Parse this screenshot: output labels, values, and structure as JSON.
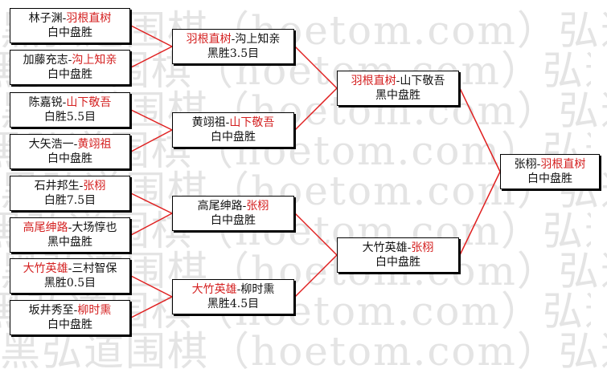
{
  "watermark": "黑弘道围棋（hoetom.com）弘道",
  "colors": {
    "winner": "#d42020",
    "connector": "#e02020",
    "text": "#111111"
  },
  "rounds": [
    [
      {
        "p1": "林子渊",
        "p2": "羽根直树",
        "winner": 2,
        "result": "白中盘胜"
      },
      {
        "p1": "加藤充志",
        "p2": "沟上知亲",
        "winner": 2,
        "result": "白中盘胜"
      },
      {
        "p1": "陈嘉锐",
        "p2": "山下敬吾",
        "winner": 2,
        "result": "白胜5.5目"
      },
      {
        "p1": "大矢浩一",
        "p2": "黄翊祖",
        "winner": 2,
        "result": "白中盘胜"
      },
      {
        "p1": "石井邦生",
        "p2": "张栩",
        "winner": 2,
        "result": "白胜7.5目"
      },
      {
        "p1": "高尾绅路",
        "p2": "大场惇也",
        "winner": 1,
        "result": "黑中盘胜"
      },
      {
        "p1": "大竹英雄",
        "p2": "三村智保",
        "winner": 1,
        "result": "黑胜0.5目"
      },
      {
        "p1": "坂井秀至",
        "p2": "柳时熏",
        "winner": 2,
        "result": "白中盘胜"
      }
    ],
    [
      {
        "p1": "羽根直树",
        "p2": "沟上知亲",
        "winner": 1,
        "result": "黑胜3.5目"
      },
      {
        "p1": "黄翊祖",
        "p2": "山下敬吾",
        "winner": 2,
        "result": "白中盘胜"
      },
      {
        "p1": "高尾绅路",
        "p2": "张栩",
        "winner": 2,
        "result": "白中盘胜"
      },
      {
        "p1": "大竹英雄",
        "p2": "柳时熏",
        "winner": 1,
        "result": "黑胜4.5目"
      }
    ],
    [
      {
        "p1": "羽根直树",
        "p2": "山下敬吾",
        "winner": 1,
        "result": "黑中盘胜"
      },
      {
        "p1": "大竹英雄",
        "p2": "张栩",
        "winner": 2,
        "result": "白中盘胜"
      }
    ],
    [
      {
        "p1": "张栩",
        "p2": "羽根直树",
        "winner": 2,
        "result": "白中盘胜"
      }
    ]
  ]
}
